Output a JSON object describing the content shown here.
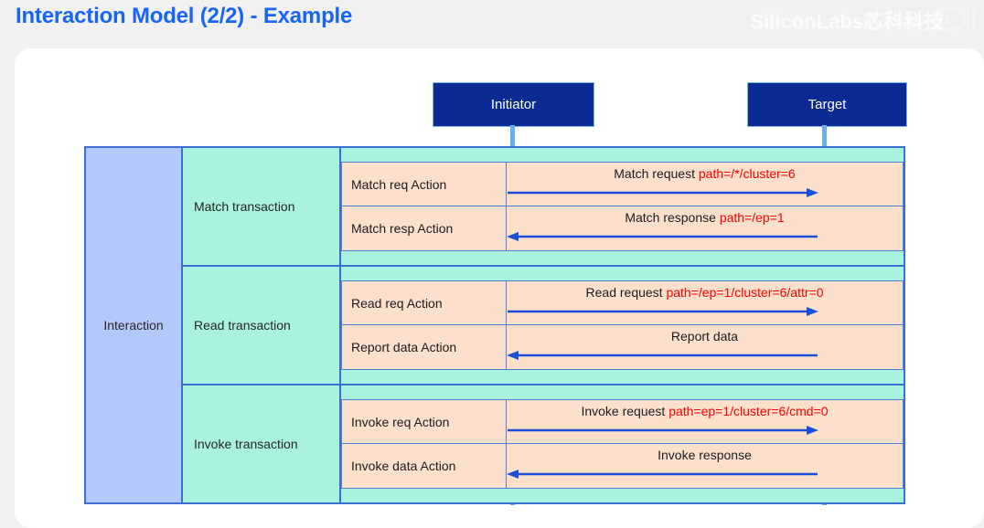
{
  "header": {
    "title": "Interaction Model (2/2) - Example",
    "watermark": "SiliconLabs芯科科技",
    "title_color": "#1765f2"
  },
  "colors": {
    "page_background": "#f1f1f1",
    "card_background": "#ffffff",
    "actor_box": "#0b2a94",
    "interaction_column": "#b4c9fb",
    "transaction_column": "#a9f2dd",
    "action_box": "#fce0cc",
    "grid_border": "#3b6fd4",
    "lifeline": "#67b0f2",
    "arrow": "#1b4fd6",
    "path_text": "#ff0000"
  },
  "actors": {
    "initiator": "Initiator",
    "target": "Target"
  },
  "diagram": {
    "interaction_label": "Interaction",
    "transactions": [
      {
        "label": "Match transaction",
        "actions": [
          {
            "name": "Match req Action",
            "message": "Match request ",
            "path": "path=/*/cluster=6",
            "direction": "right"
          },
          {
            "name": "Match resp Action",
            "message": "Match response ",
            "path": "path=/ep=1",
            "direction": "left"
          }
        ]
      },
      {
        "label": "Read transaction",
        "actions": [
          {
            "name": "Read req Action",
            "message": "Read request  ",
            "path": "path=/ep=1/cluster=6/attr=0",
            "direction": "right"
          },
          {
            "name": "Report data Action",
            "message": "Report data",
            "path": "",
            "direction": "left"
          }
        ]
      },
      {
        "label": "Invoke transaction",
        "actions": [
          {
            "name": "Invoke req Action",
            "message": "Invoke request  ",
            "path": "path=ep=1/cluster=6/cmd=0",
            "direction": "right"
          },
          {
            "name": "Invoke data Action",
            "message": "Invoke response",
            "path": "",
            "direction": "left"
          }
        ]
      }
    ]
  }
}
